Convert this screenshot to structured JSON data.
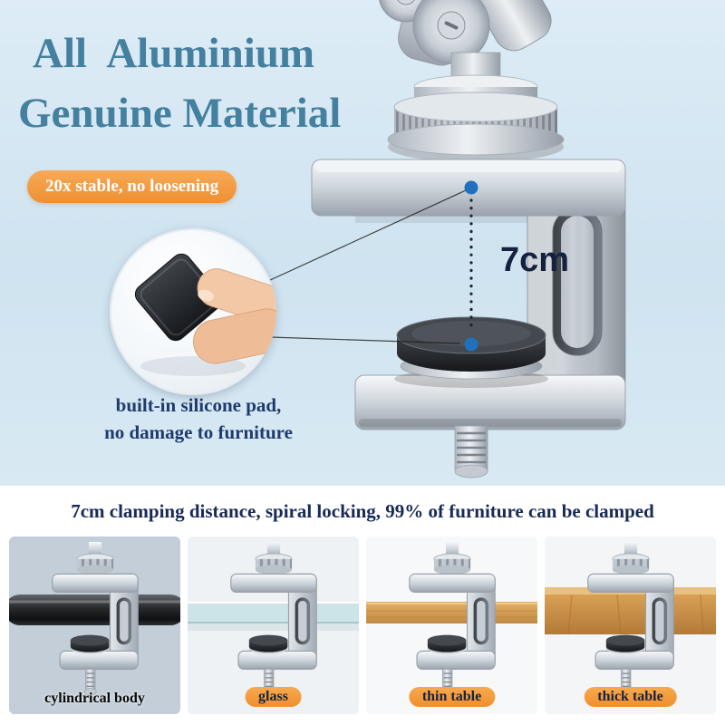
{
  "hero": {
    "title_line1": "All Aluminium",
    "title_line2": "Genuine Material",
    "badge": "20x stable, no loosening",
    "measurement": "7cm",
    "pad_note_line1": "built-in silicone pad,",
    "pad_note_line2": "no damage to furniture"
  },
  "tagline": {
    "text": "7cm clamping distance, spiral locking, 99% of furniture can be clamped"
  },
  "tiles": [
    {
      "label": "cylindrical body"
    },
    {
      "label": "glass"
    },
    {
      "label": "thin table"
    },
    {
      "label": "thick table"
    }
  ],
  "illustrations": {
    "main": "c-clamp-product-photo",
    "inset": "fingers-holding-silicone-pad",
    "tiles": [
      "clamp-on-cylindrical-pipe",
      "clamp-on-glass",
      "clamp-on-thin-table",
      "clamp-on-thick-table"
    ]
  },
  "colors": {
    "heading_blue": "#44809f",
    "badge_orange": "#f59e42",
    "navy_text": "#182a56",
    "pad_note_blue": "#1e3a6e",
    "dot_blue": "#2170bd",
    "hero_background": "#d5e7f2"
  }
}
